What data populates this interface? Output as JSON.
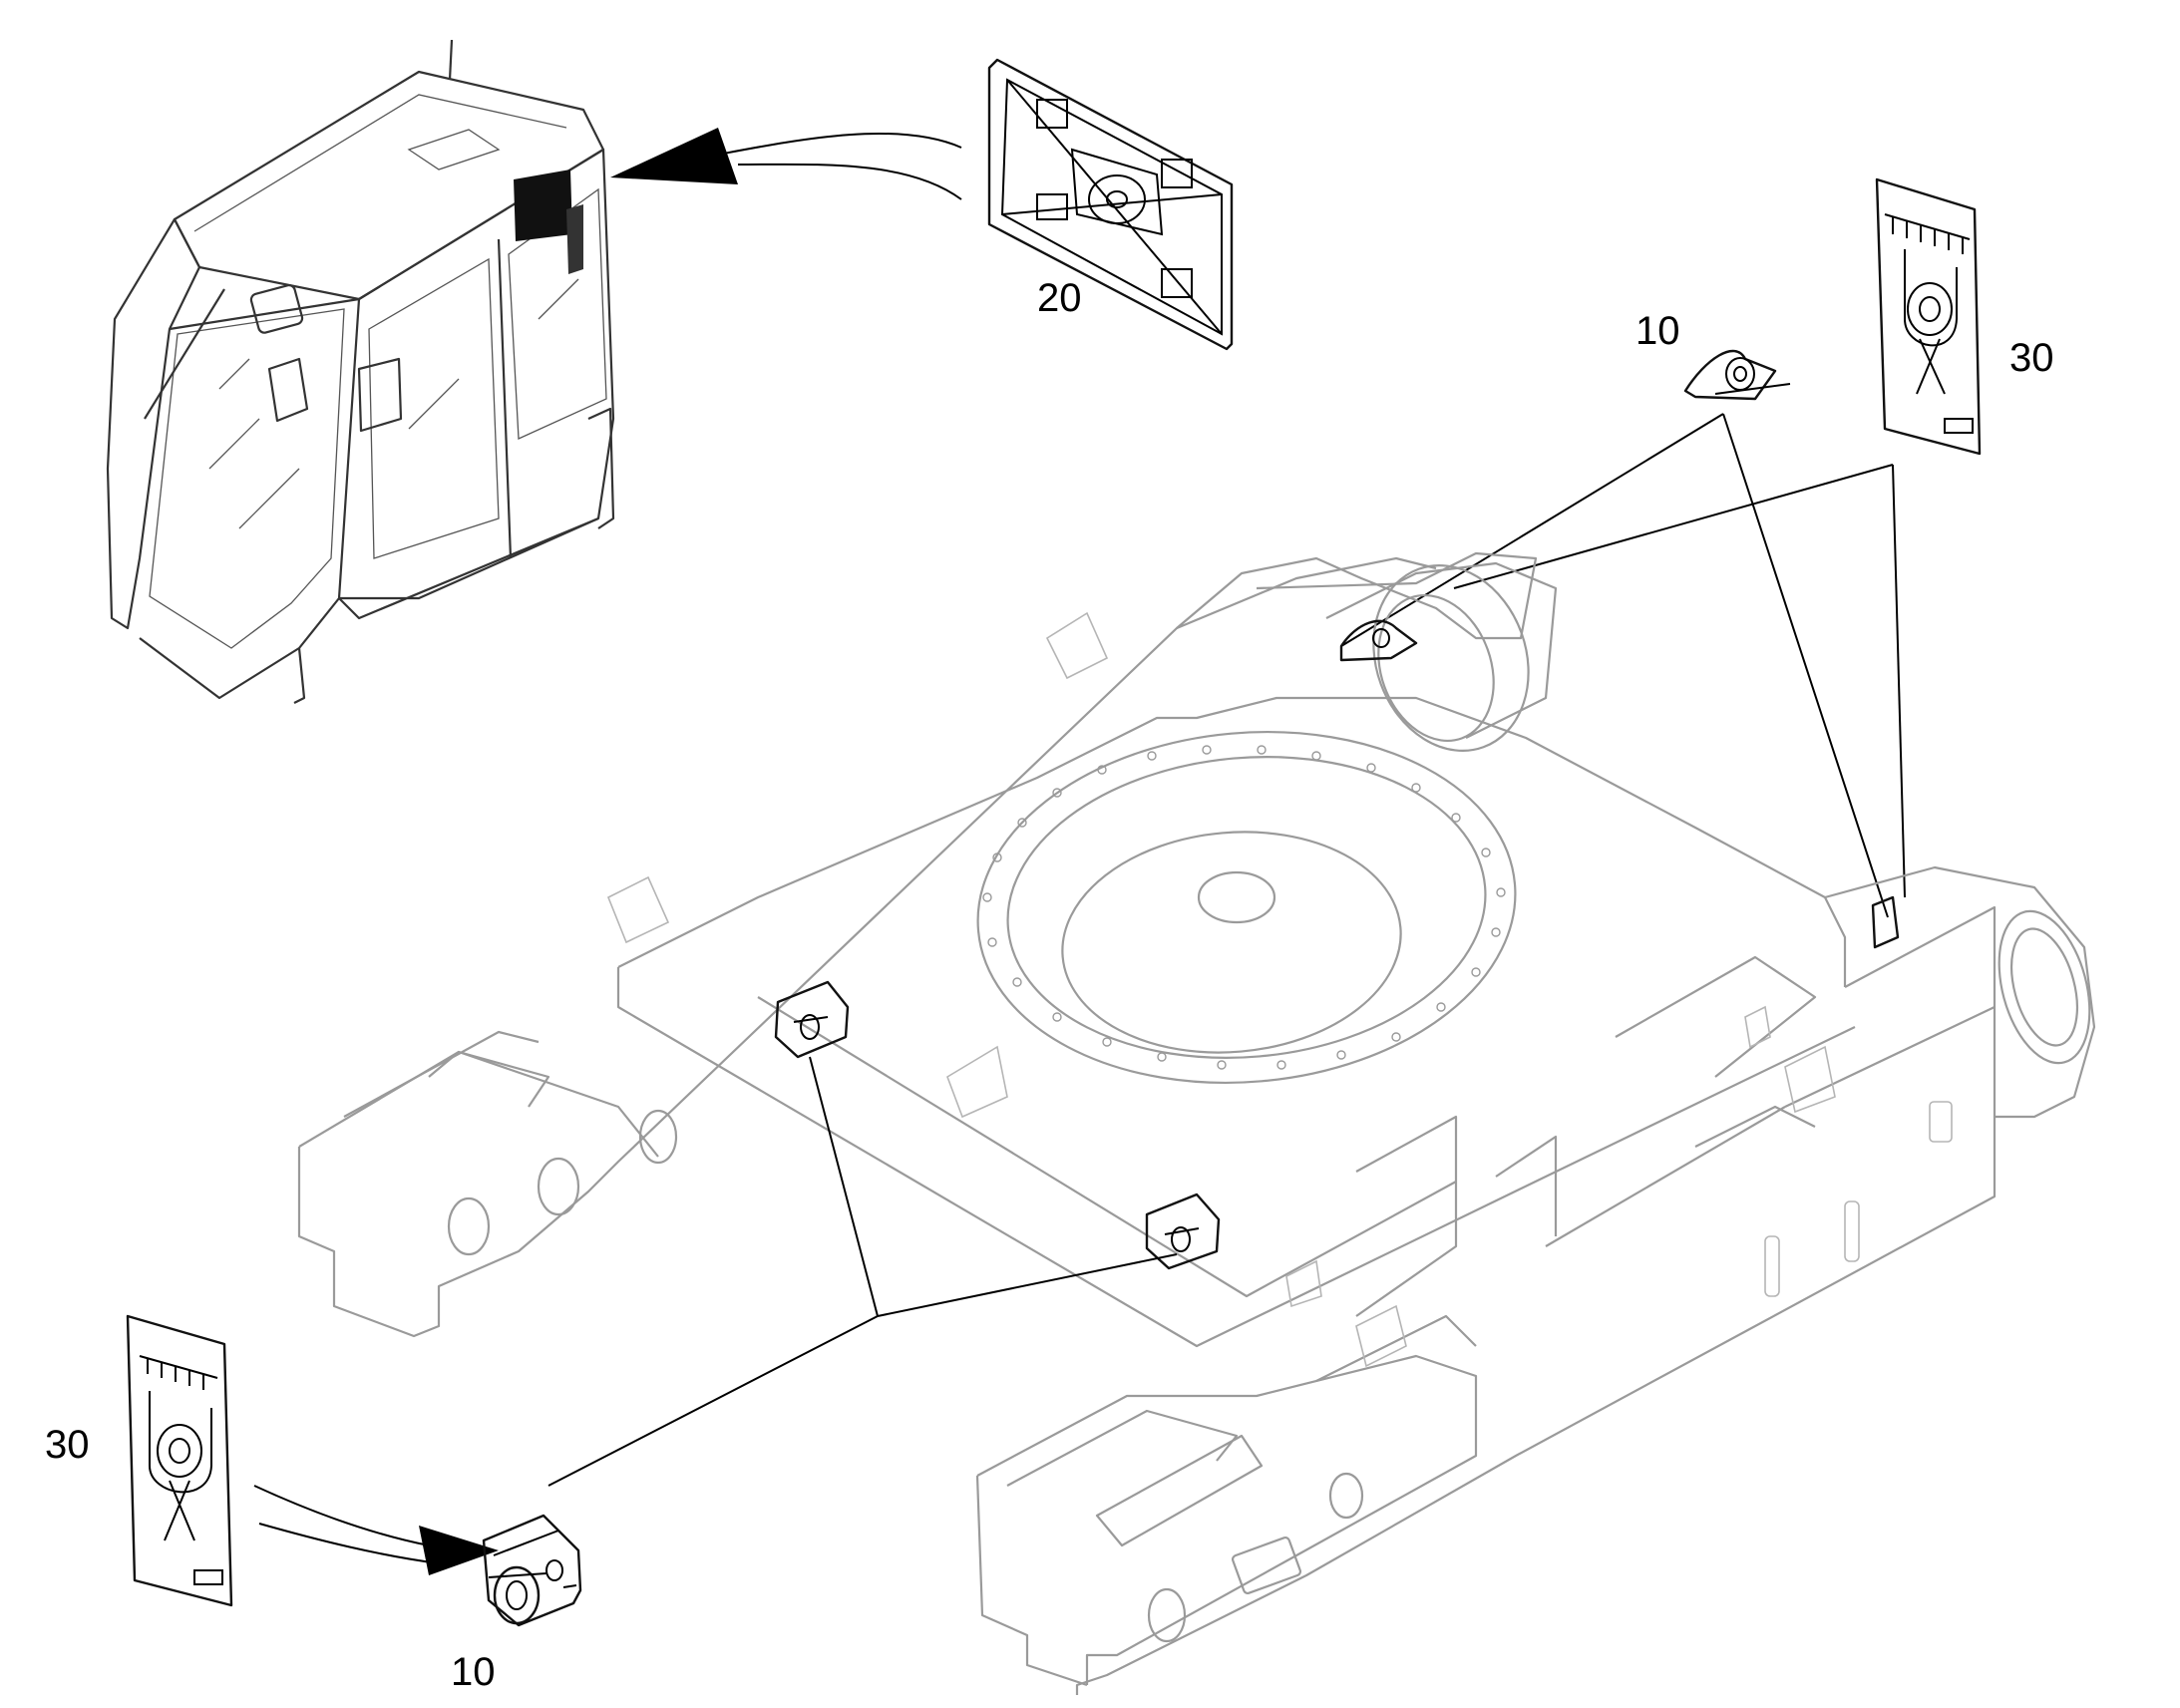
{
  "callouts": {
    "decal_20": "20",
    "part_10_top": "10",
    "decal_30_right": "30",
    "decal_30_left": "30",
    "part_10_bottom": "10"
  },
  "colors": {
    "line": "#000000",
    "frame_outline": "#9a9a9a",
    "background": "#ffffff"
  }
}
